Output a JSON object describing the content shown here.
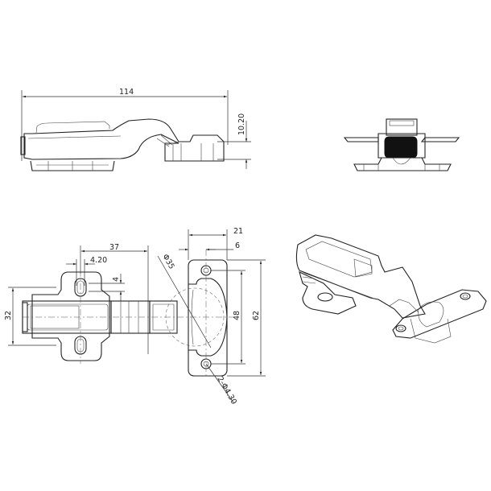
{
  "drawing": {
    "subject": "Concealed cabinet hinge",
    "views": {
      "side_view": {
        "dimensions": {
          "overall_length": "114",
          "cup_height": "10.20"
        }
      },
      "end_view": {},
      "top_view": {
        "dimensions": {
          "arm_to_cup_center": "37",
          "slot_width": "4.20",
          "slot_offset": "4",
          "plate_height": "32",
          "cup_plate_width": "21",
          "cup_offset": "6",
          "cup_diameter": "Φ35",
          "hole_spacing": "48",
          "plate_length": "62",
          "holes": "2-Φ4.30"
        }
      },
      "isometric_view": {}
    }
  },
  "colors": {
    "line": "#222222",
    "background": "#ffffff",
    "fill_dark": "#111111"
  }
}
